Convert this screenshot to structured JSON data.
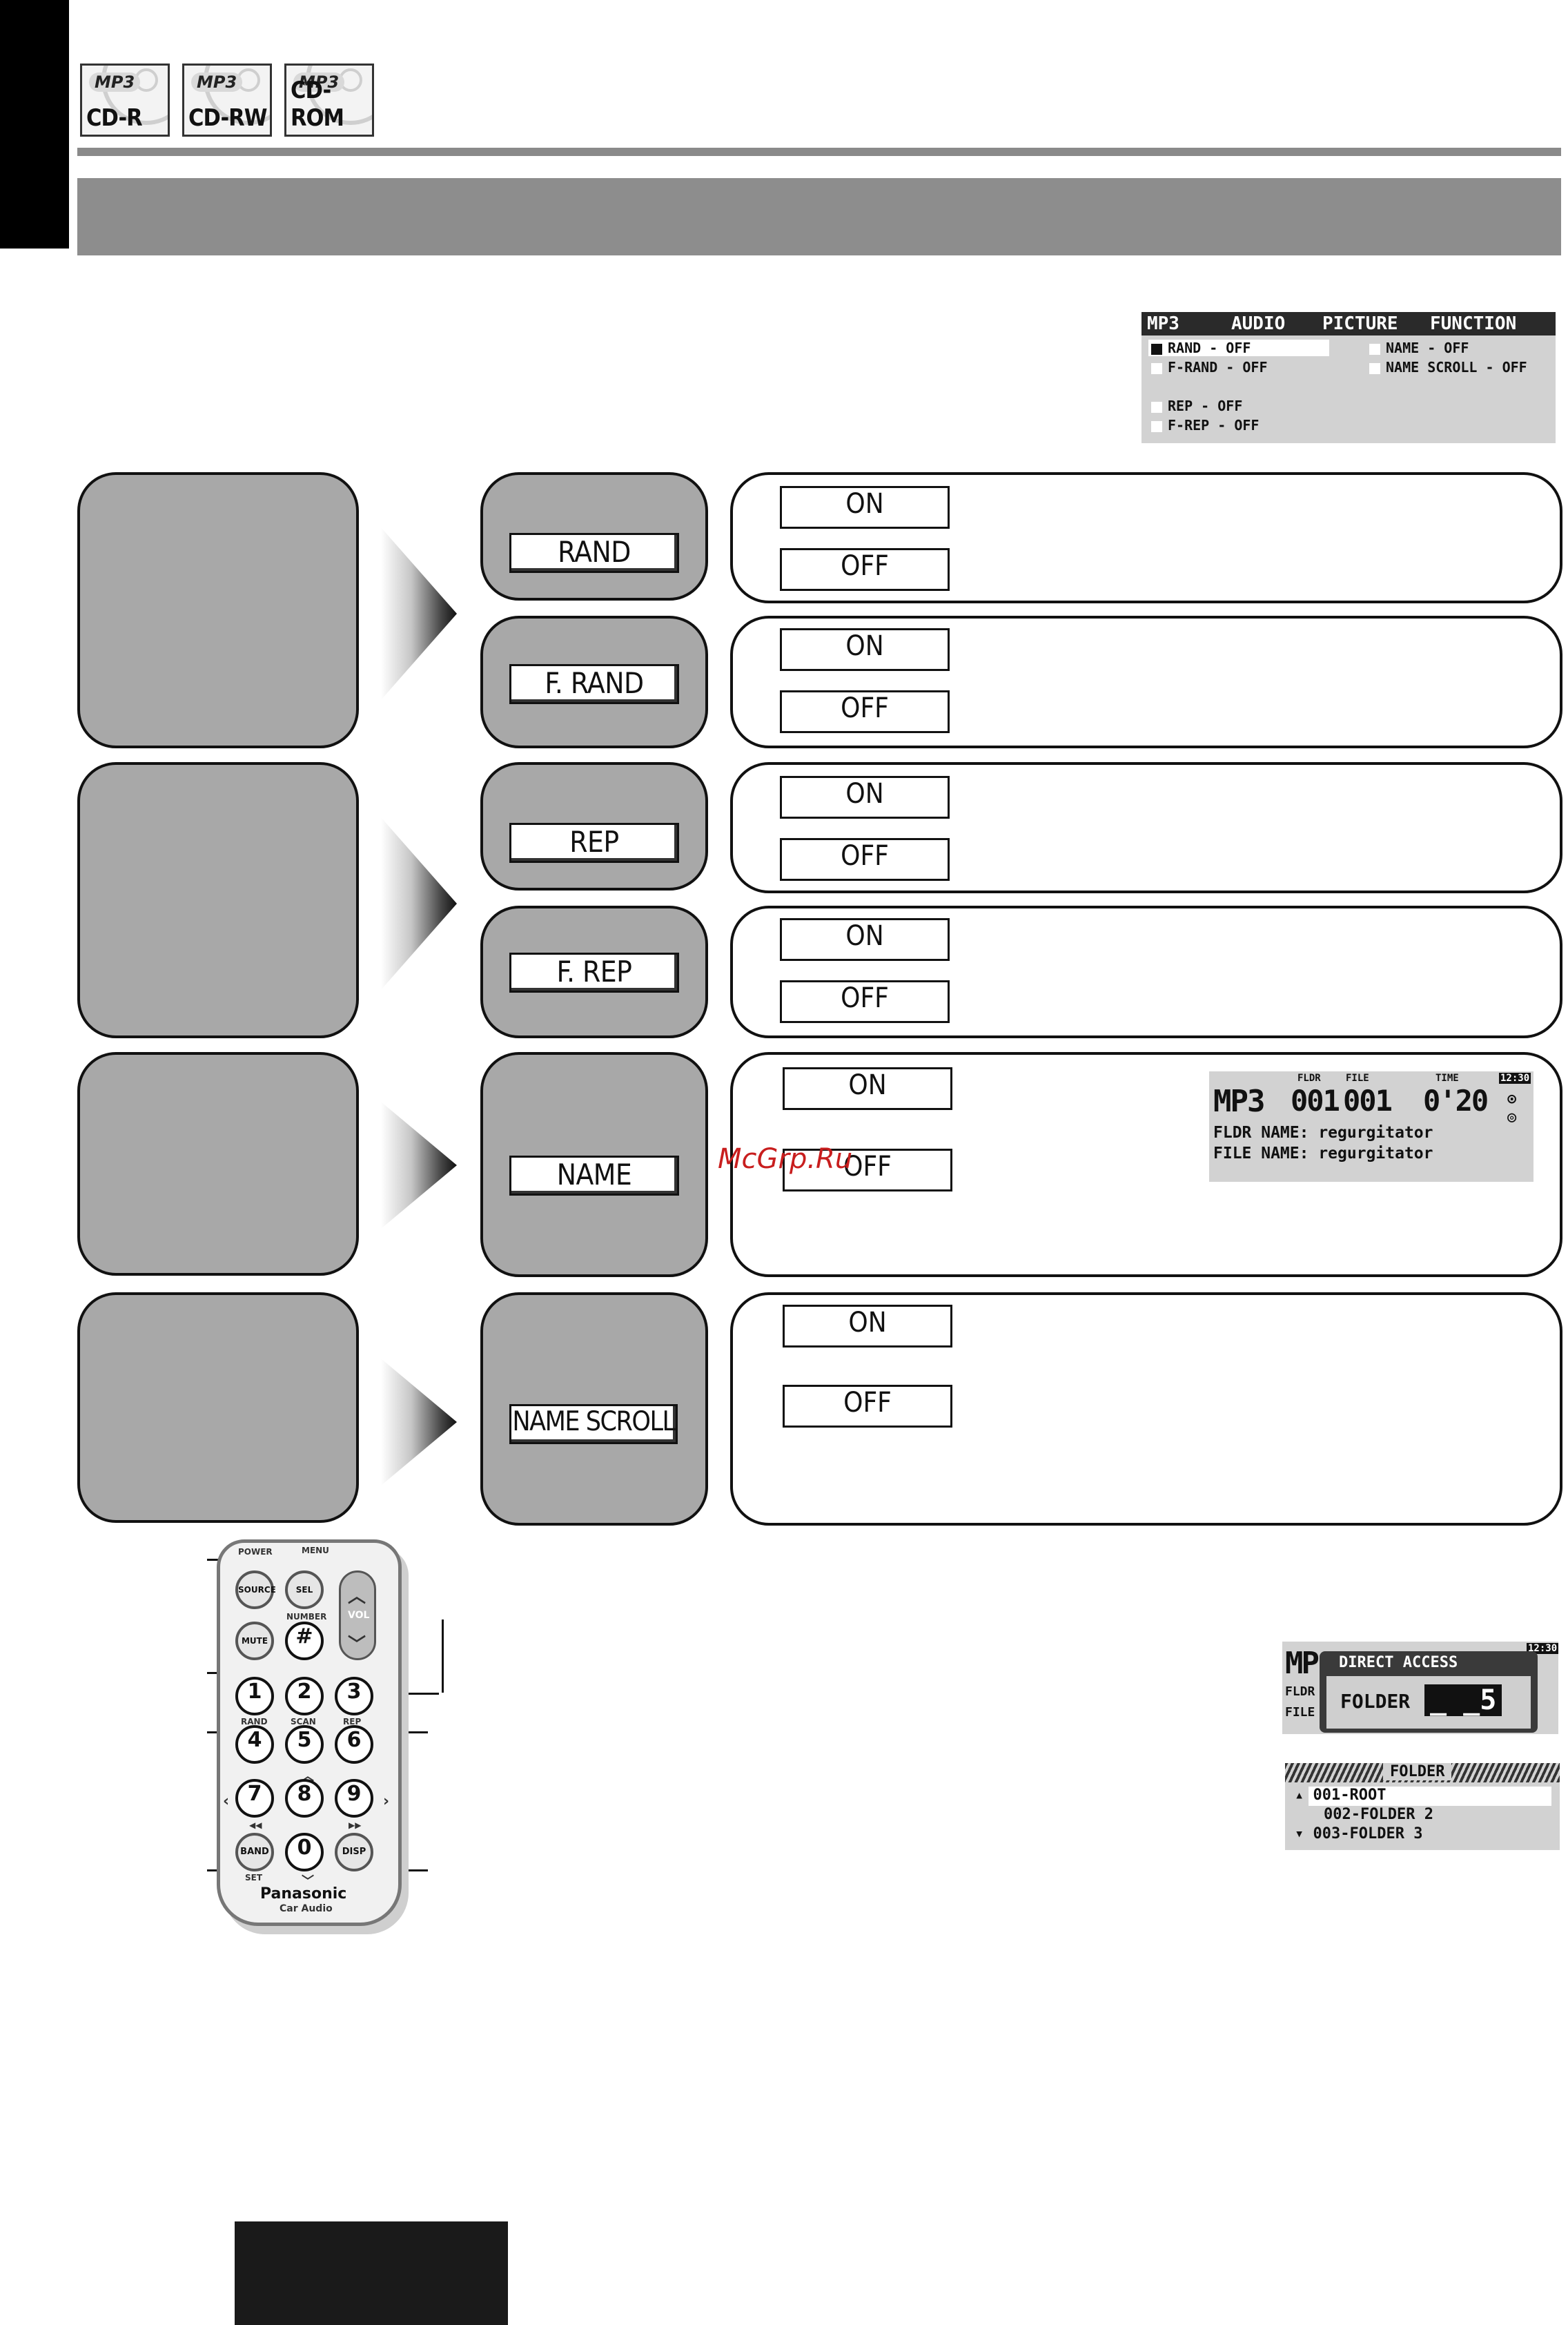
{
  "badges": [
    {
      "mp": "MP3",
      "kind": "CD-R"
    },
    {
      "mp": "MP3",
      "kind": "CD-RW"
    },
    {
      "mp": "MP3",
      "kind": "CD-ROM"
    }
  ],
  "menu_lcd": {
    "tabs": [
      "MP3",
      "AUDIO",
      "PICTURE",
      "FUNCTION"
    ],
    "items_left": [
      {
        "label": "RAND",
        "value": "- OFF"
      },
      {
        "label": "F-RAND",
        "value": "- OFF"
      },
      {
        "label": "REP",
        "value": "- OFF"
      },
      {
        "label": "F-REP",
        "value": "- OFF"
      }
    ],
    "items_right": [
      {
        "label": "NAME",
        "value": "- OFF"
      },
      {
        "label": "NAME SCROLL",
        "value": "- OFF"
      }
    ]
  },
  "functions": [
    {
      "label": "RAND",
      "on": "ON",
      "off": "OFF"
    },
    {
      "label": "F. RAND",
      "on": "ON",
      "off": "OFF"
    },
    {
      "label": "REP",
      "on": "ON",
      "off": "OFF"
    },
    {
      "label": "F. REP",
      "on": "ON",
      "off": "OFF"
    },
    {
      "label": "NAME",
      "on": "ON",
      "off": "OFF"
    },
    {
      "label": "NAME SCROLL",
      "on": "ON",
      "off": "OFF"
    }
  ],
  "name_lcd": {
    "mode": "MP3",
    "flder_label": "FLDR",
    "flder": "001",
    "file_label": "FILE",
    "file": "001",
    "time_label": "TIME",
    "time": "0'20",
    "clock": "12:30",
    "line1": "FLDR NAME: regurgitator",
    "line2": "FILE NAME: regurgitator"
  },
  "watermark": "McGrp.Ru",
  "direct_access_lcd": {
    "title": "DIRECT ACCESS",
    "field": "FOLDER",
    "value": "_ _5",
    "bg_left": "MP",
    "bg_rows": [
      "FLDR",
      "FILE"
    ],
    "clock": "12:30"
  },
  "folder_lcd": {
    "title": "FOLDER",
    "items": [
      "001-ROOT",
      "002-FOLDER 2",
      "003-FOLDER 3"
    ]
  },
  "remote": {
    "top_labels": [
      "POWER",
      "MENU"
    ],
    "source": "SOURCE",
    "sel": "SEL",
    "number": "NUMBER",
    "vol": "VOL",
    "mute": "MUTE",
    "hash": "#",
    "keys": [
      "1",
      "2",
      "3",
      "4",
      "5",
      "6",
      "7",
      "8",
      "9",
      "0"
    ],
    "rand": "RAND",
    "scan": "SCAN",
    "rep": "REP",
    "band": "BAND",
    "set": "SET",
    "disp": "DISP",
    "brand": "Panasonic",
    "sub": "Car Audio"
  }
}
